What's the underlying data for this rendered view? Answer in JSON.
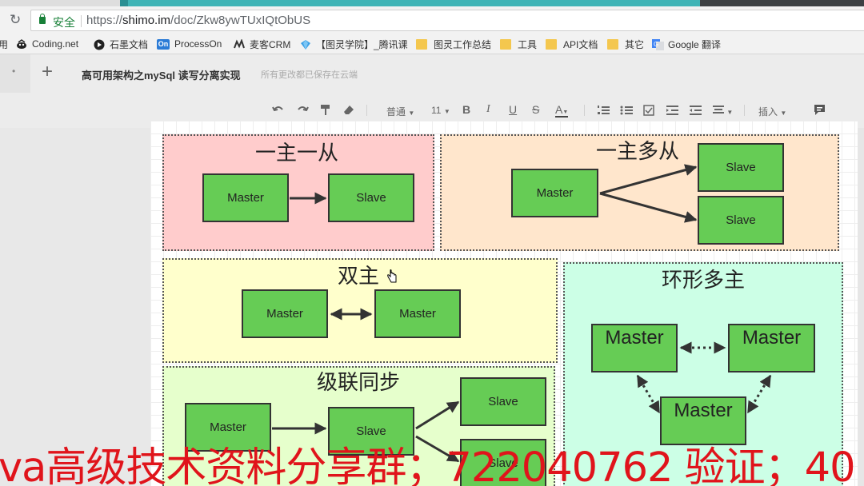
{
  "browser": {
    "secure_label": "安全",
    "url_scheme": "https://",
    "url_host": "shimo.im",
    "url_path": "/doc/Zkw8ywTUxIQtObUS",
    "bookmarks": [
      {
        "label": "用",
        "icon": "apps-icon"
      },
      {
        "label": "Coding.net",
        "icon": "coding-icon"
      },
      {
        "label": "石墨文档",
        "icon": "shimo-icon"
      },
      {
        "label": "ProcessOn",
        "icon": "processon-icon"
      },
      {
        "label": "麦客CRM",
        "icon": "mikecrm-icon"
      },
      {
        "label": "【图灵学院】_腾讯课",
        "icon": "tuling-icon"
      },
      {
        "label": "图灵工作总结",
        "icon": "folder-icon"
      },
      {
        "label": "工具",
        "icon": "folder-icon"
      },
      {
        "label": "API文档",
        "icon": "folder-icon"
      },
      {
        "label": "其它",
        "icon": "folder-icon"
      },
      {
        "label": "Google 翻译",
        "icon": "google-translate-icon"
      }
    ]
  },
  "doc": {
    "title": "高可用架构之mySql 读写分离实现",
    "save_status": "所有更改都已保存在云端"
  },
  "toolbar": {
    "style_select": "普通",
    "font_size_select": "11",
    "bold": "B",
    "italic": "I",
    "underline": "U",
    "strike": "S",
    "font_color": "A",
    "insert_menu": "插入"
  },
  "diagram": {
    "panels": [
      {
        "title": "一主一从",
        "color": "#ffcccc"
      },
      {
        "title": "一主多从",
        "color": "#ffe6cc"
      },
      {
        "title": "双主",
        "color": "#ffffcc"
      },
      {
        "title": "环形多主",
        "color": "#ccffe6"
      },
      {
        "title": "级联同步",
        "color": "#e6ffcc"
      }
    ],
    "nodes": {
      "master": "Master",
      "slave": "Slave"
    }
  },
  "watermark": "va高级技术资料分享群；722040762 验证；40"
}
